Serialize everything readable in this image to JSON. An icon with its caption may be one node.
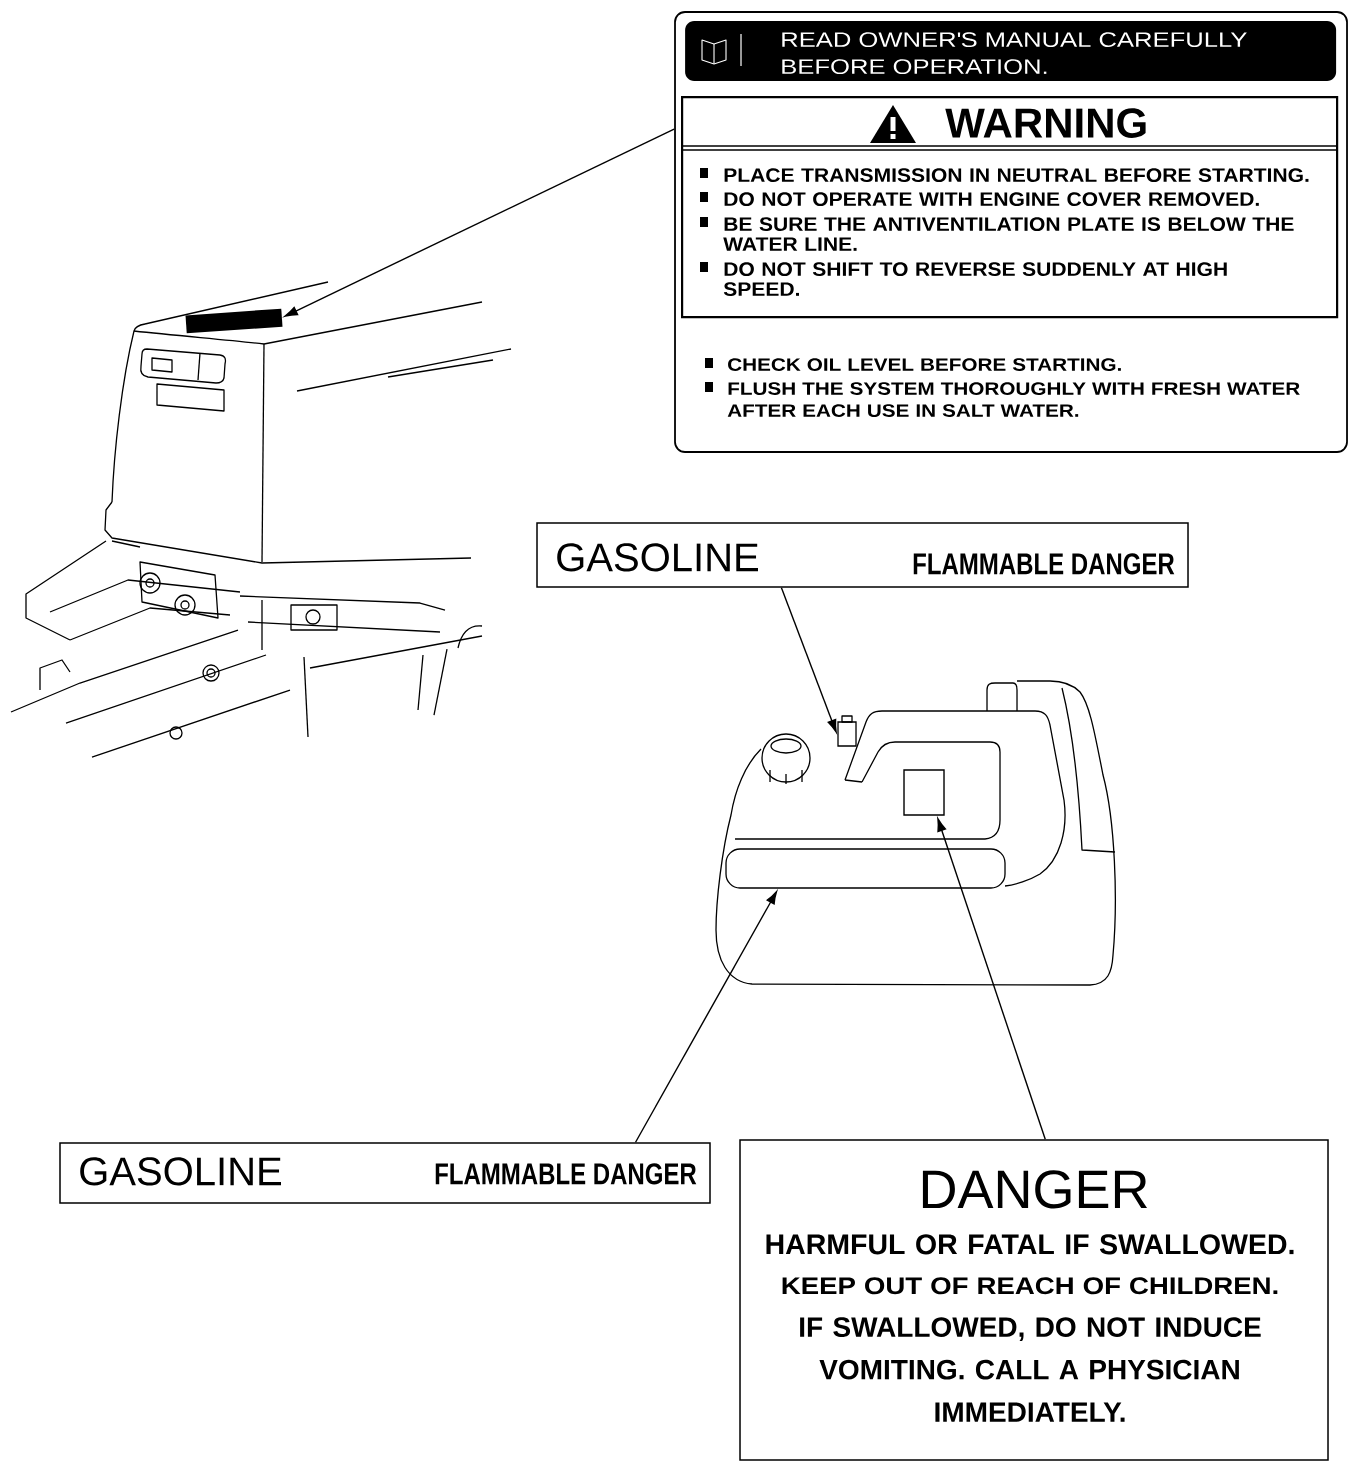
{
  "diagram": {
    "nodes": [
      {
        "text": [
          "CHECK OIL LEVEL BEFORE STARTING.",
          "FLUSH THE SYSTEM THOROUGHLY WITH FRESH WATER AFTER EACH USE IN SALT WATER."
        ]
      },
      {
        "text": [
          "READ OWNER'S MANUAL CAREFULLY BEFORE OPERATION."
        ],
        "in": 0
      },
      {
        "text": [
          "WARNING",
          "PLACE TRANSMISSION IN NEUTRAL BEFORE STARTING.",
          "DO NOT OPERATE WITH ENGINE COVER REMOVED.",
          "BE SURE THE ANTIVENTILATION PLATE IS BELOW THE WATER LINE.",
          "DO NOT SHIFT TO REVERSE SUDDENLY AT HIGH SPEED."
        ],
        "in": 0
      },
      {
        "text": [],
        "shape": "box"
      },
      {
        "text": [
          "GASOLINE",
          "FLAMMABLE DANGER"
        ]
      },
      {
        "text": [],
        "shape": "box"
      },
      {
        "text": [],
        "shape": "box"
      },
      {
        "text": [],
        "shape": "bar"
      },
      {
        "text": [
          "GASOLINE",
          "FLAMMABLE DANGER"
        ]
      },
      {
        "text": [
          "DANGER",
          "HARMFUL OR FATAL IF SWALLOWED.",
          "KEEP OUT OF REACH OF CHILDREN.",
          "IF SWALLOWED, DO NOT INDUCE VOMITING. CALL A PHYSICIAN IMMEDIATELY."
        ]
      }
    ],
    "edges": [
      {
        "from": 0,
        "to": 3,
        "arrow": "to"
      },
      {
        "from": 4,
        "to": 5,
        "arrow": "to"
      },
      {
        "from": 8,
        "to": 7,
        "arrow": "to"
      },
      {
        "from": 9,
        "to": 6,
        "arrow": "to"
      }
    ]
  }
}
